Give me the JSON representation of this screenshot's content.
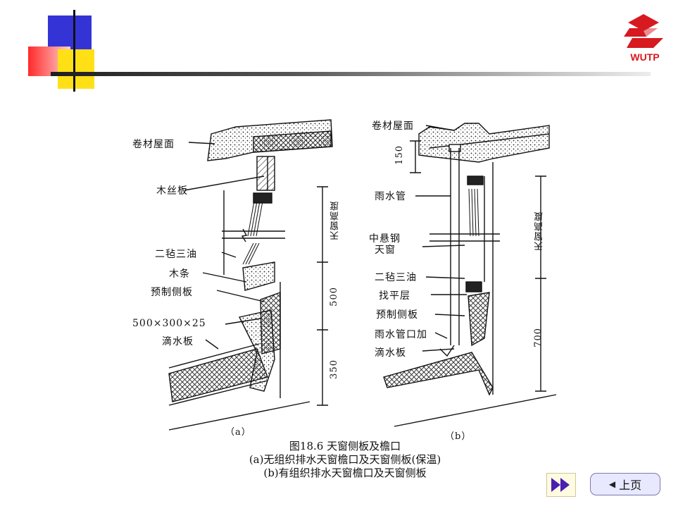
{
  "logo": {
    "text": "WUTP",
    "color": "#d71920"
  },
  "diagram_a": {
    "labels": {
      "roll_roof": "卷材屋面",
      "wood_board": "木丝板",
      "felt_oil": "二毡三油",
      "wood_strip": "木条",
      "precast_panel": "预制侧板",
      "size_spec": "500×300×25",
      "drip_board": "滴水板"
    },
    "dims": {
      "window_height": "天窗高度",
      "d500": "500",
      "d350": "350"
    },
    "sublabel": "（a）"
  },
  "diagram_b": {
    "labels": {
      "roll_roof": "卷材屋面",
      "rain_pipe": "雨水管",
      "steel_window_1": "中悬钢",
      "steel_window_2": "天窗",
      "felt_oil": "二毡三油",
      "leveling": "找平层",
      "precast_panel": "预制侧板",
      "pipe_outlet": "雨水管口加",
      "drip_board": "滴水板"
    },
    "dims": {
      "d150": "150",
      "window_height": "天窗高度",
      "d700": "700"
    },
    "sublabel": "（b）"
  },
  "caption": {
    "title": "图18.6  天窗侧板及檐口",
    "line_a": "(a)无组织排水天窗檐口及天窗侧板(保温)",
    "line_b": "(b)有组织排水天窗檐口及天窗侧板"
  },
  "nav": {
    "next_icon": "double-arrow-right-icon",
    "prev_icon": "arrow-left-icon",
    "prev_label": "上页"
  },
  "colors": {
    "accent_blue": "#3434d6",
    "accent_red": "#ff2a2a",
    "accent_yellow": "#ffe017"
  }
}
